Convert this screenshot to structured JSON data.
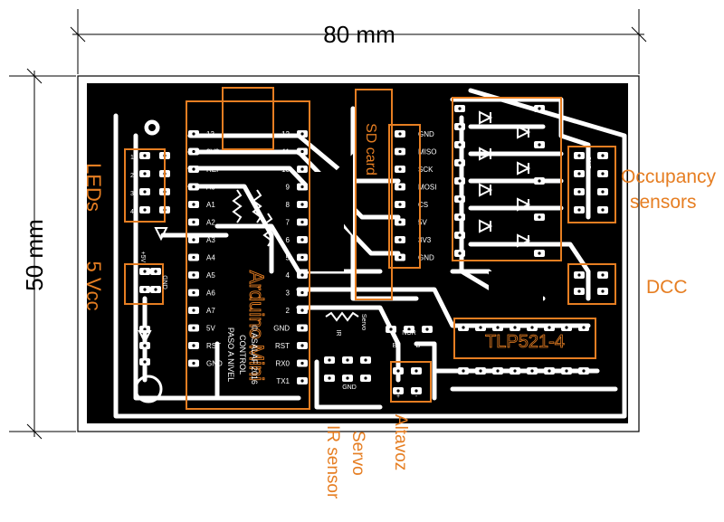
{
  "dimensions": {
    "width_label": "80 mm",
    "height_label": "50 mm"
  },
  "labels": {
    "leds": "LEDs",
    "vcc": "5 Vcc",
    "occupancy_line1": "Occupancy",
    "occupancy_line2": "sensors",
    "dcc": "DCC",
    "ir_sensor": "IR sensor",
    "servo": "Servo",
    "altavoz": "Altavoz",
    "tlp": "TLP521-4",
    "arduino": "Arduino Mini",
    "sd_card": "SD card"
  },
  "silkscreen": {
    "left_pins": [
      "13",
      "3V3",
      "REF",
      "A0",
      "A1",
      "A2",
      "A3",
      "A4",
      "A5",
      "A6",
      "A7",
      "5V",
      "RST",
      "GND"
    ],
    "right_pins": [
      "12",
      "11",
      "10",
      "9",
      "8",
      "7",
      "6",
      "5",
      "4",
      "3",
      "2",
      "GND",
      "RST",
      "RX0",
      "TX1"
    ],
    "sd_pins": [
      "GND",
      "MISO",
      "SCK",
      "MOSI",
      "CS",
      "5V",
      "3V3",
      "GND"
    ],
    "credit_lines": [
      "PASO A NIVEL",
      "CONTROL",
      "© ASALAF 2016"
    ],
    "small_marks": [
      "GND",
      "IR",
      "Servo",
      "NOR",
      "B",
      "B",
      "GND",
      "+",
      "-",
      "+5V",
      "GND",
      "1",
      "2",
      "3",
      "4"
    ]
  },
  "colors": {
    "accent": "#e67e22",
    "board": "#000000",
    "trace": "#ffffff"
  }
}
